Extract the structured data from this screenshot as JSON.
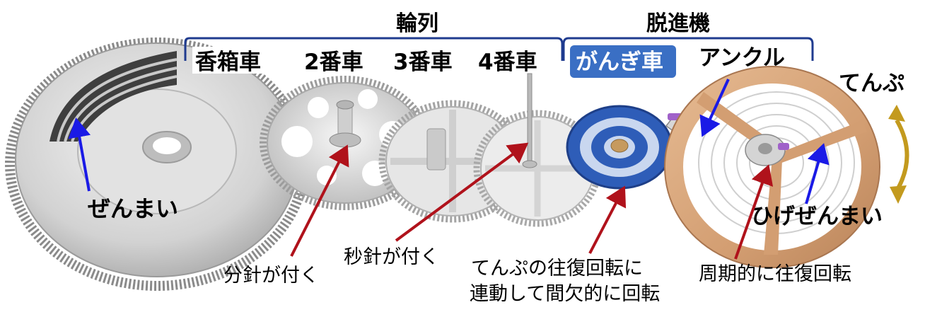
{
  "groups": {
    "gear_train": "輪列",
    "escapement": "脱進機"
  },
  "parts": {
    "barrel": "香箱車",
    "second_wheel": "2番車",
    "third_wheel": "3番車",
    "fourth_wheel": "4番車",
    "escape_wheel": "がんぎ車",
    "pallet_fork": "アンクル",
    "balance": "てんぷ"
  },
  "annotations": {
    "mainspring": "ぜんまい",
    "minute_hand": "分針が付く",
    "second_hand": "秒針が付く",
    "escape_line1": "てんぷの往復回転に",
    "escape_line2": "連動して間欠的に回転",
    "hairspring": "ひげぜんまい",
    "periodic": "周期的に往復回転"
  },
  "colors": {
    "bracket": "#1f3b8f",
    "escape_highlight": "#3a6fc4",
    "blue_arrow": "#1a1ae6",
    "red_arrow": "#b0121b",
    "rotation_arrow": "#c39a1e",
    "escape_wheel": "#2e5db8",
    "balance_rim": "#d7a47b"
  }
}
